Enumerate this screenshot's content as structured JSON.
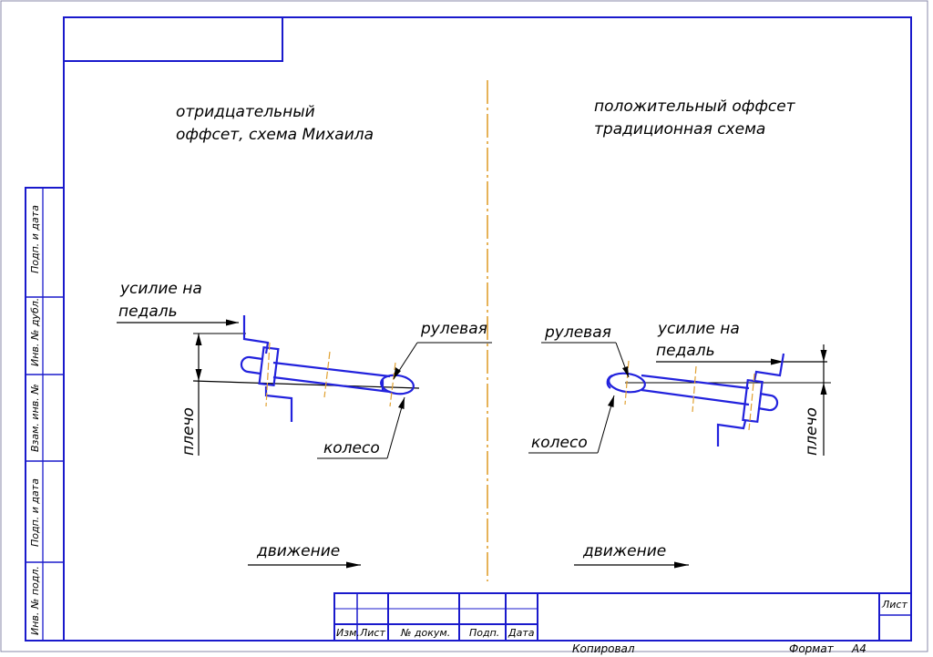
{
  "left_panel": {
    "title_line1": "отридцательный",
    "title_line2": "оффсет, схема Михаила",
    "force_line1": "усилие на",
    "force_line2": "педаль",
    "steering": "рулевая",
    "wheel": "колесо",
    "arm": "плечо",
    "motion": "движение"
  },
  "right_panel": {
    "title_line1": "положительный оффсет",
    "title_line2": "традиционная схема",
    "force_line1": "усилие на",
    "force_line2": "педаль",
    "steering": "рулевая",
    "wheel": "колесо",
    "arm": "плечо",
    "motion": "движение"
  },
  "side_strip": [
    "Подп. и дата",
    "Инв. № дубл.",
    "Взам. инв. №",
    "Подп. и дата",
    "Инв. № подл."
  ],
  "title_block": {
    "col_izm": "Изм.",
    "col_list": "Лист",
    "col_doc": "№ докум.",
    "col_sign": "Подп.",
    "col_date": "Дата",
    "sheet_label": "Лист"
  },
  "footer": {
    "copied": "Копировал",
    "format_label": "Формат",
    "format_value": "А4"
  },
  "colors": {
    "frame": "#1a1acc",
    "part": "#2222dd",
    "centerline": "#e0a030",
    "ink": "#000000"
  }
}
